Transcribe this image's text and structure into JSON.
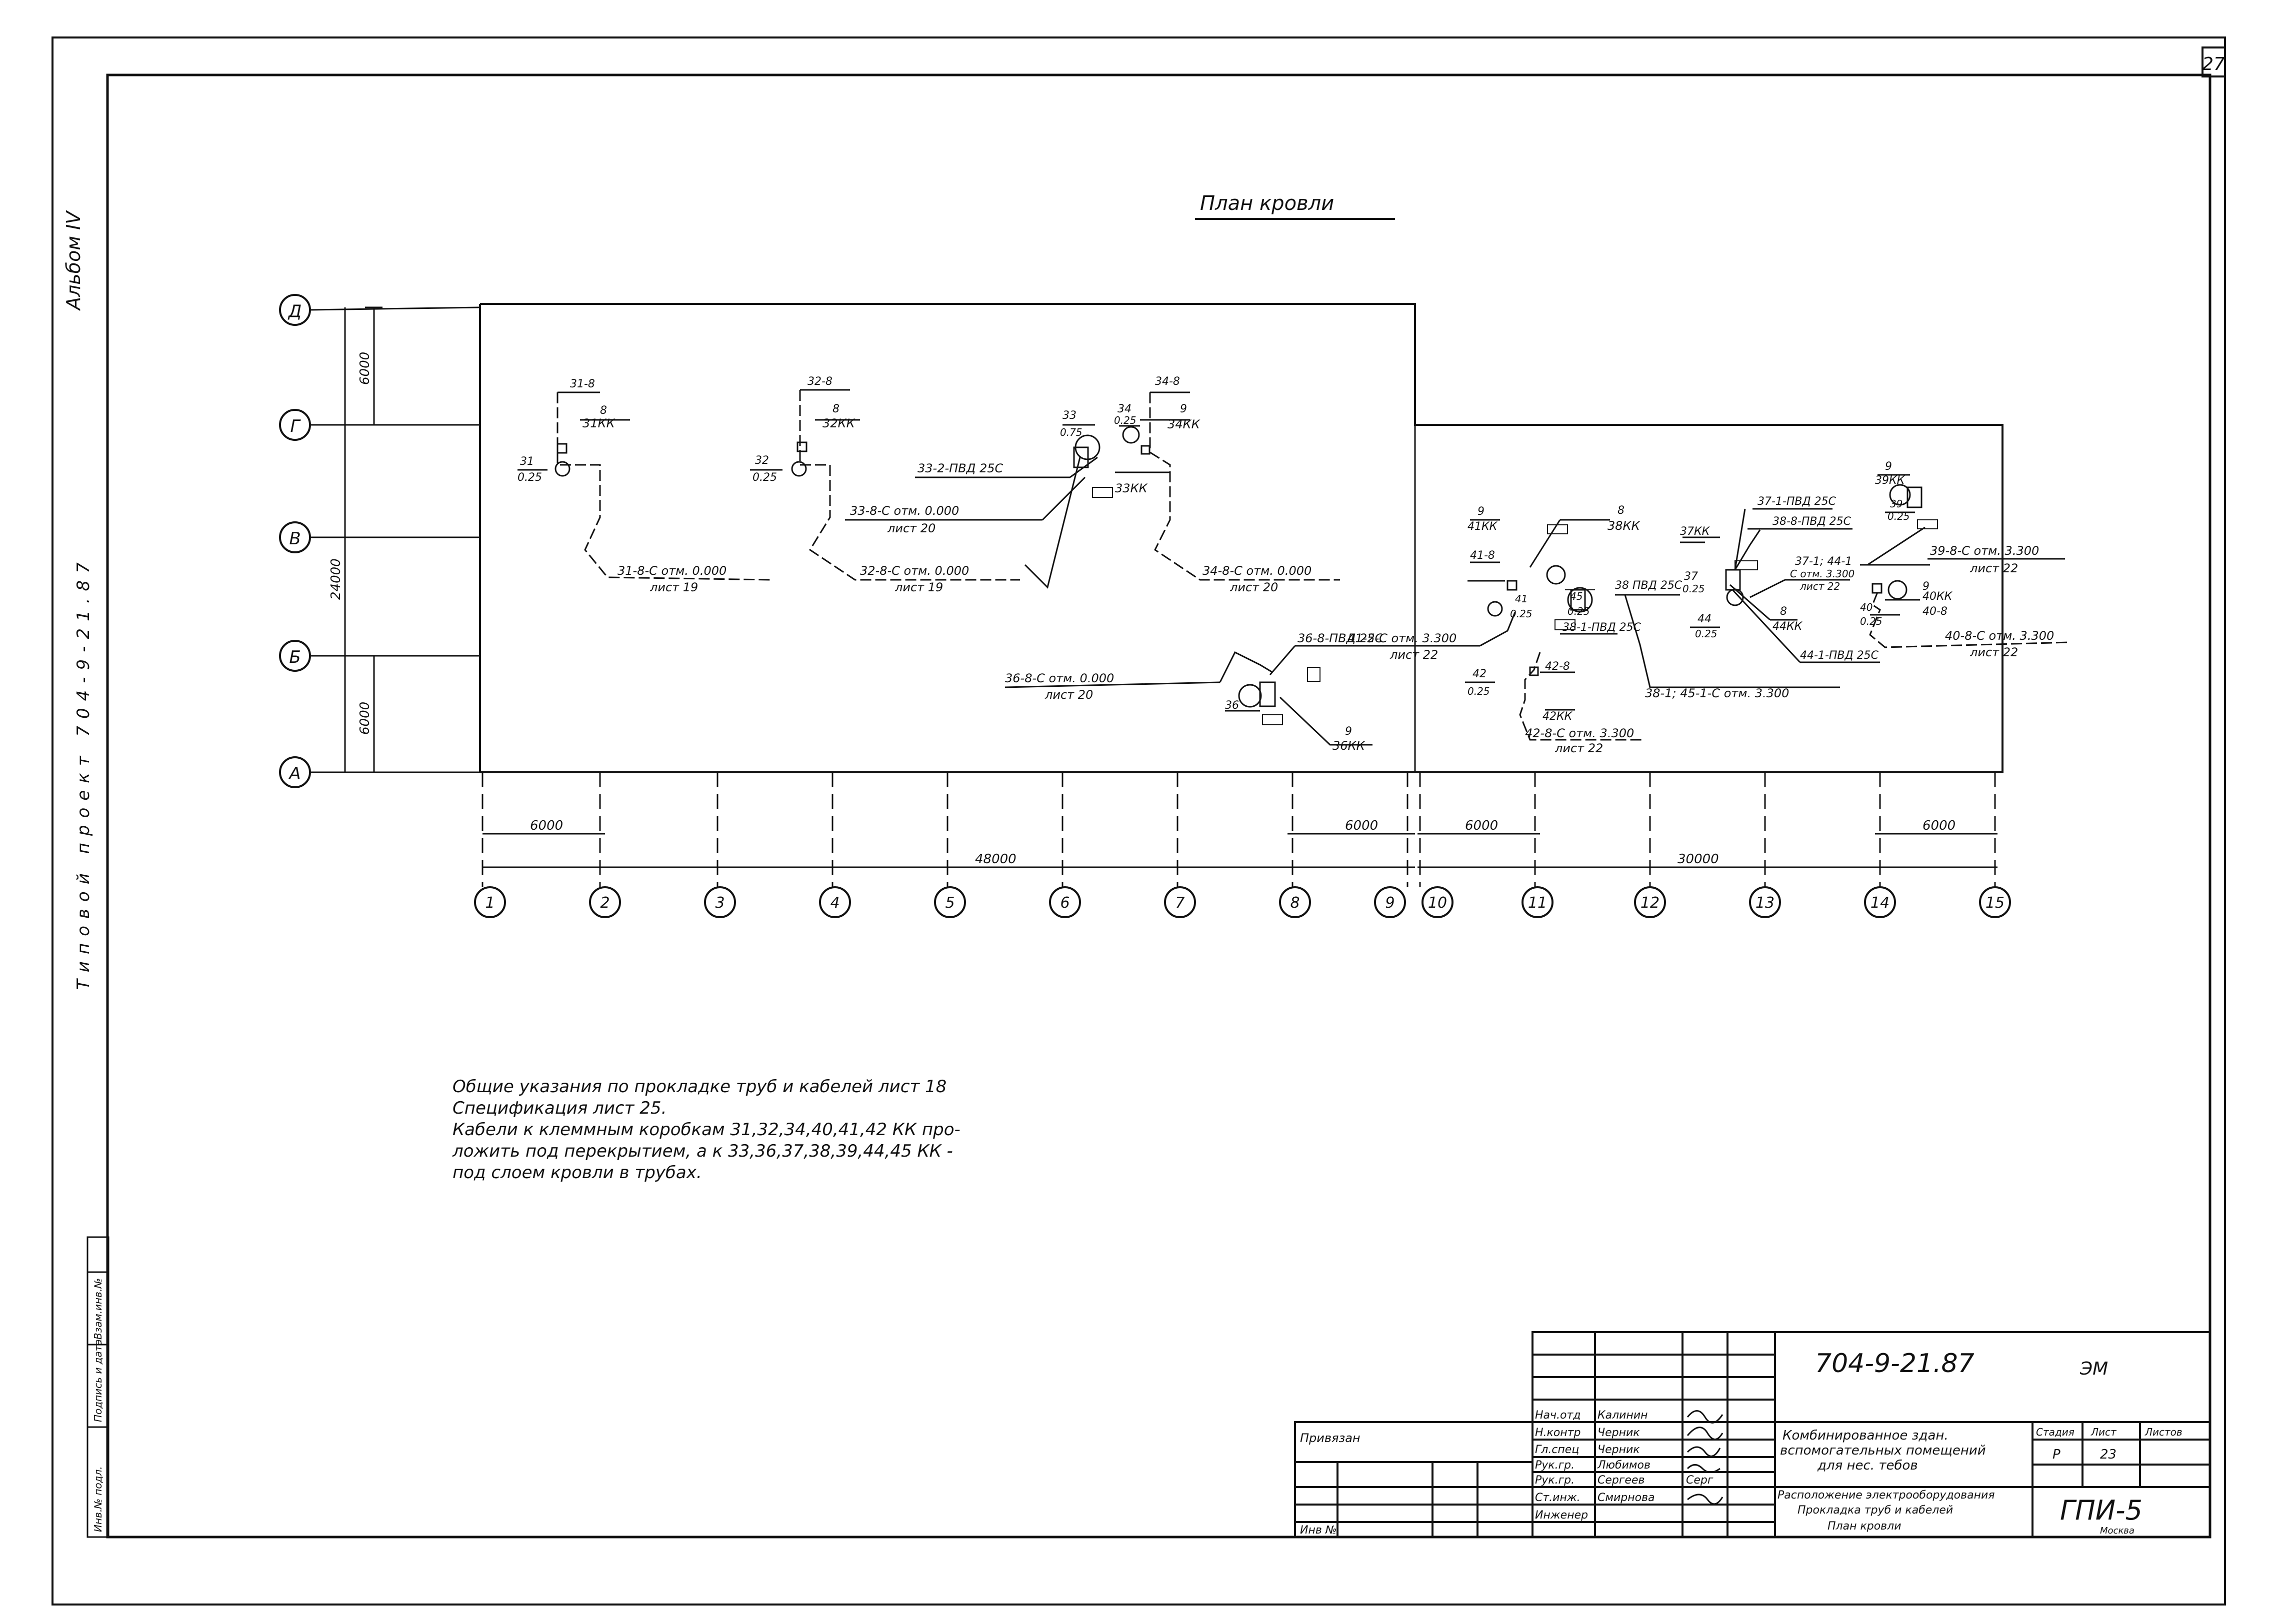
{
  "sheet_number": "27",
  "title": "План кровли",
  "left_margin": {
    "album": "Альбом IV",
    "project": "Типовой проект 704-9-21.87"
  },
  "axes": {
    "letters": [
      "Д",
      "Г",
      "В",
      "Б",
      "А"
    ],
    "numbers": [
      "1",
      "2",
      "3",
      "4",
      "5",
      "6",
      "7",
      "8",
      "9",
      "10",
      "11",
      "12",
      "13",
      "14",
      "15"
    ]
  },
  "dimensions": {
    "vertical_left_top": "6000",
    "vertical_left_total": "24000",
    "vertical_left_bottom": "6000",
    "bottom_span_first": "6000",
    "bottom_total_left": "48000",
    "bottom_span_8_9": "6000",
    "bottom_span_10_11": "6000",
    "bottom_total_right": "30000",
    "bottom_span_14_15": "6000"
  },
  "callouts": [
    {
      "id": "c31a",
      "text": "31-8"
    },
    {
      "id": "c31b",
      "text": "8"
    },
    {
      "id": "c31c",
      "text": "31КК"
    },
    {
      "id": "c31d",
      "text": "31"
    },
    {
      "id": "c31e",
      "text": "0.25"
    },
    {
      "id": "c31f",
      "text": "31-8-С отм. 0.000"
    },
    {
      "id": "c31g",
      "text": "лист 19"
    },
    {
      "id": "c32a",
      "text": "32-8"
    },
    {
      "id": "c32b",
      "text": "8"
    },
    {
      "id": "c32c",
      "text": "32КК"
    },
    {
      "id": "c32d",
      "text": "32"
    },
    {
      "id": "c32e",
      "text": "0.25"
    },
    {
      "id": "c32f",
      "text": "32-8-С отм. 0.000"
    },
    {
      "id": "c32g",
      "text": "лист 19"
    },
    {
      "id": "c33a",
      "text": "33"
    },
    {
      "id": "c33b",
      "text": "0.75"
    },
    {
      "id": "c33c",
      "text": "33-2-ПВД 25С"
    },
    {
      "id": "c33d",
      "text": "33-8-С отм. 0.000"
    },
    {
      "id": "c33e",
      "text": "лист 20"
    },
    {
      "id": "c33f",
      "text": "33КК"
    },
    {
      "id": "c34a",
      "text": "34-8"
    },
    {
      "id": "c34b",
      "text": "9"
    },
    {
      "id": "c34c",
      "text": "34КК"
    },
    {
      "id": "c34d",
      "text": "34"
    },
    {
      "id": "c34e",
      "text": "0.25"
    },
    {
      "id": "c34f",
      "text": "34-8-С отм. 0.000"
    },
    {
      "id": "c34g",
      "text": "лист 20"
    },
    {
      "id": "c36a",
      "text": "36-8-ПВД 25С"
    },
    {
      "id": "c36b",
      "text": "36-8-С отм. 0.000"
    },
    {
      "id": "c36c",
      "text": "лист 20"
    },
    {
      "id": "c36d",
      "text": "36"
    },
    {
      "id": "c36e",
      "text": "9"
    },
    {
      "id": "c36f",
      "text": "36КК"
    },
    {
      "id": "c41a",
      "text": "41-2-С отм. 3.300"
    },
    {
      "id": "c41b",
      "text": "лист 22"
    },
    {
      "id": "c41c",
      "text": "9"
    },
    {
      "id": "c41d",
      "text": "41КК"
    },
    {
      "id": "c41e",
      "text": "41-8"
    },
    {
      "id": "c41f",
      "text": "41"
    },
    {
      "id": "c41g",
      "text": "0.25"
    },
    {
      "id": "c38a",
      "text": "8"
    },
    {
      "id": "c38b",
      "text": "38КК"
    },
    {
      "id": "c38c",
      "text": "38"
    },
    {
      "id": "c38d",
      "text": "ПВД 25С"
    },
    {
      "id": "c38e",
      "text": "38-1-ПВД 25С"
    },
    {
      "id": "c38f",
      "text": "38-1; 45-1-С отм. 3.300"
    },
    {
      "id": "c37a",
      "text": "37КК"
    },
    {
      "id": "c37b",
      "text": "37"
    },
    {
      "id": "c37c",
      "text": "0.25"
    },
    {
      "id": "c37d",
      "text": "37-1-ПВД 25С"
    },
    {
      "id": "c37e",
      "text": "38-8-ПВД 25С"
    },
    {
      "id": "c37f",
      "text": "37-1; 44-1"
    },
    {
      "id": "c37g",
      "text": "С отм. 3.300"
    },
    {
      "id": "c37h",
      "text": "лист 22"
    },
    {
      "id": "c39a",
      "text": "9"
    },
    {
      "id": "c39b",
      "text": "39КК"
    },
    {
      "id": "c39c",
      "text": "39"
    },
    {
      "id": "c39d",
      "text": "0.25"
    },
    {
      "id": "c39e",
      "text": "39-8-С отм. 3.300"
    },
    {
      "id": "c39f",
      "text": "лист 22"
    },
    {
      "id": "c40a",
      "text": "40"
    },
    {
      "id": "c40b",
      "text": "0.25"
    },
    {
      "id": "c40c",
      "text": "9"
    },
    {
      "id": "c40d",
      "text": "40КК"
    },
    {
      "id": "c40e",
      "text": "40-8"
    },
    {
      "id": "c40f",
      "text": "40-8-С отм. 3.300"
    },
    {
      "id": "c40g",
      "text": "лист 22"
    },
    {
      "id": "c44a",
      "text": "44"
    },
    {
      "id": "c44b",
      "text": "0.25"
    },
    {
      "id": "c44c",
      "text": "8"
    },
    {
      "id": "c44d",
      "text": "44КК"
    },
    {
      "id": "c44e",
      "text": "44-1-ПВД 25С"
    },
    {
      "id": "c42a",
      "text": "42"
    },
    {
      "id": "c42b",
      "text": "0.25"
    },
    {
      "id": "c42c",
      "text": "42-8"
    },
    {
      "id": "c42d",
      "text": "42КК"
    },
    {
      "id": "c42e",
      "text": "42-8-С отм. 3.300"
    },
    {
      "id": "c42f",
      "text": "лист 22"
    },
    {
      "id": "c45a",
      "text": "45"
    },
    {
      "id": "c45b",
      "text": "0.25"
    }
  ],
  "notes": [
    "Общие указания по прокладке труб и кабелей лист 18",
    "Спецификация лист 25.",
    "Кабели к клеммным коробкам 31,32,34,40,41,42 КК про-",
    "ложить под перекрытием, а к 33,36,37,38,39,44,45 КК -",
    "под слоем кровли в трубах."
  ],
  "title_block": {
    "doc_code": "704-9-21.87",
    "doc_suffix": "ЭМ",
    "object_name_1": "Комбинированное здан.",
    "object_name_2": "вспомогательных помещений",
    "object_name_3": "для нес. тебов",
    "stage_header": "Стадия",
    "sheet_header": "Лист",
    "sheets_header": "Листов",
    "stage": "Р",
    "sheet": "23",
    "drawing_1": "Расположение электрооборудования",
    "drawing_2": "Прокладка труб и кабелей",
    "drawing_3": "План кровли",
    "org": "ГПИ-5",
    "city": "Москва",
    "privyazan": "Привязан",
    "inv_no": "Инв №",
    "roles": [
      "Нач.отд",
      "Н.контр",
      "Гл.спец",
      "Рук.гр.",
      "Рук.гр.",
      "Ст.инж.",
      "Инженер"
    ],
    "names": [
      "Калинин",
      "Черник",
      "Черник",
      "Любимов",
      "Сергеев",
      "Смирнова",
      ""
    ],
    "signatures": [
      "",
      "",
      "",
      "",
      "Серг",
      "",
      ""
    ]
  },
  "left_stamp": [
    "Инв.№ подл.",
    "Подпись и дата",
    "Взам.инв.№"
  ]
}
